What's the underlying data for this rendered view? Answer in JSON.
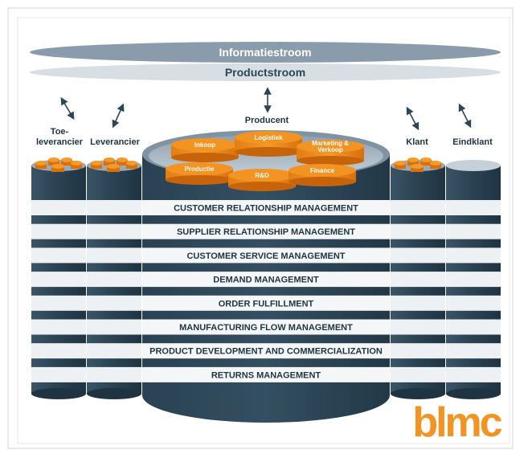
{
  "flows": {
    "information": "Informatiestroom",
    "product": "Productstroom"
  },
  "actors": {
    "supplier_tier2": [
      "Toe-",
      "leverancier"
    ],
    "supplier": "Leverancier",
    "producer": "Producent",
    "customer": "Klant",
    "end_customer": "Eindklant"
  },
  "departments": {
    "purchasing": "Inkoop",
    "logistics": "Logistiek",
    "marketing": [
      "Marketing &",
      "Verkoop"
    ],
    "production": "Productie",
    "rnd": "R&D",
    "finance": "Finance"
  },
  "processes": [
    "CUSTOMER RELATIONSHIP MANAGEMENT",
    "SUPPLIER RELATIONSHIP MANAGEMENT",
    "CUSTOMER SERVICE MANAGEMENT",
    "DEMAND MANAGEMENT",
    "ORDER FULFILLMENT",
    "MANUFACTURING FLOW MANAGEMENT",
    "PRODUCT DEVELOPMENT AND COMMERCIALIZATION",
    "RETURNS MANAGEMENT"
  ],
  "logo": "blmc",
  "colors": {
    "dark": "#2d4656",
    "band": "#f2f4f6",
    "orange": "#f39321",
    "flow_info": "#8a9cab",
    "flow_product": "#d7dee4"
  }
}
